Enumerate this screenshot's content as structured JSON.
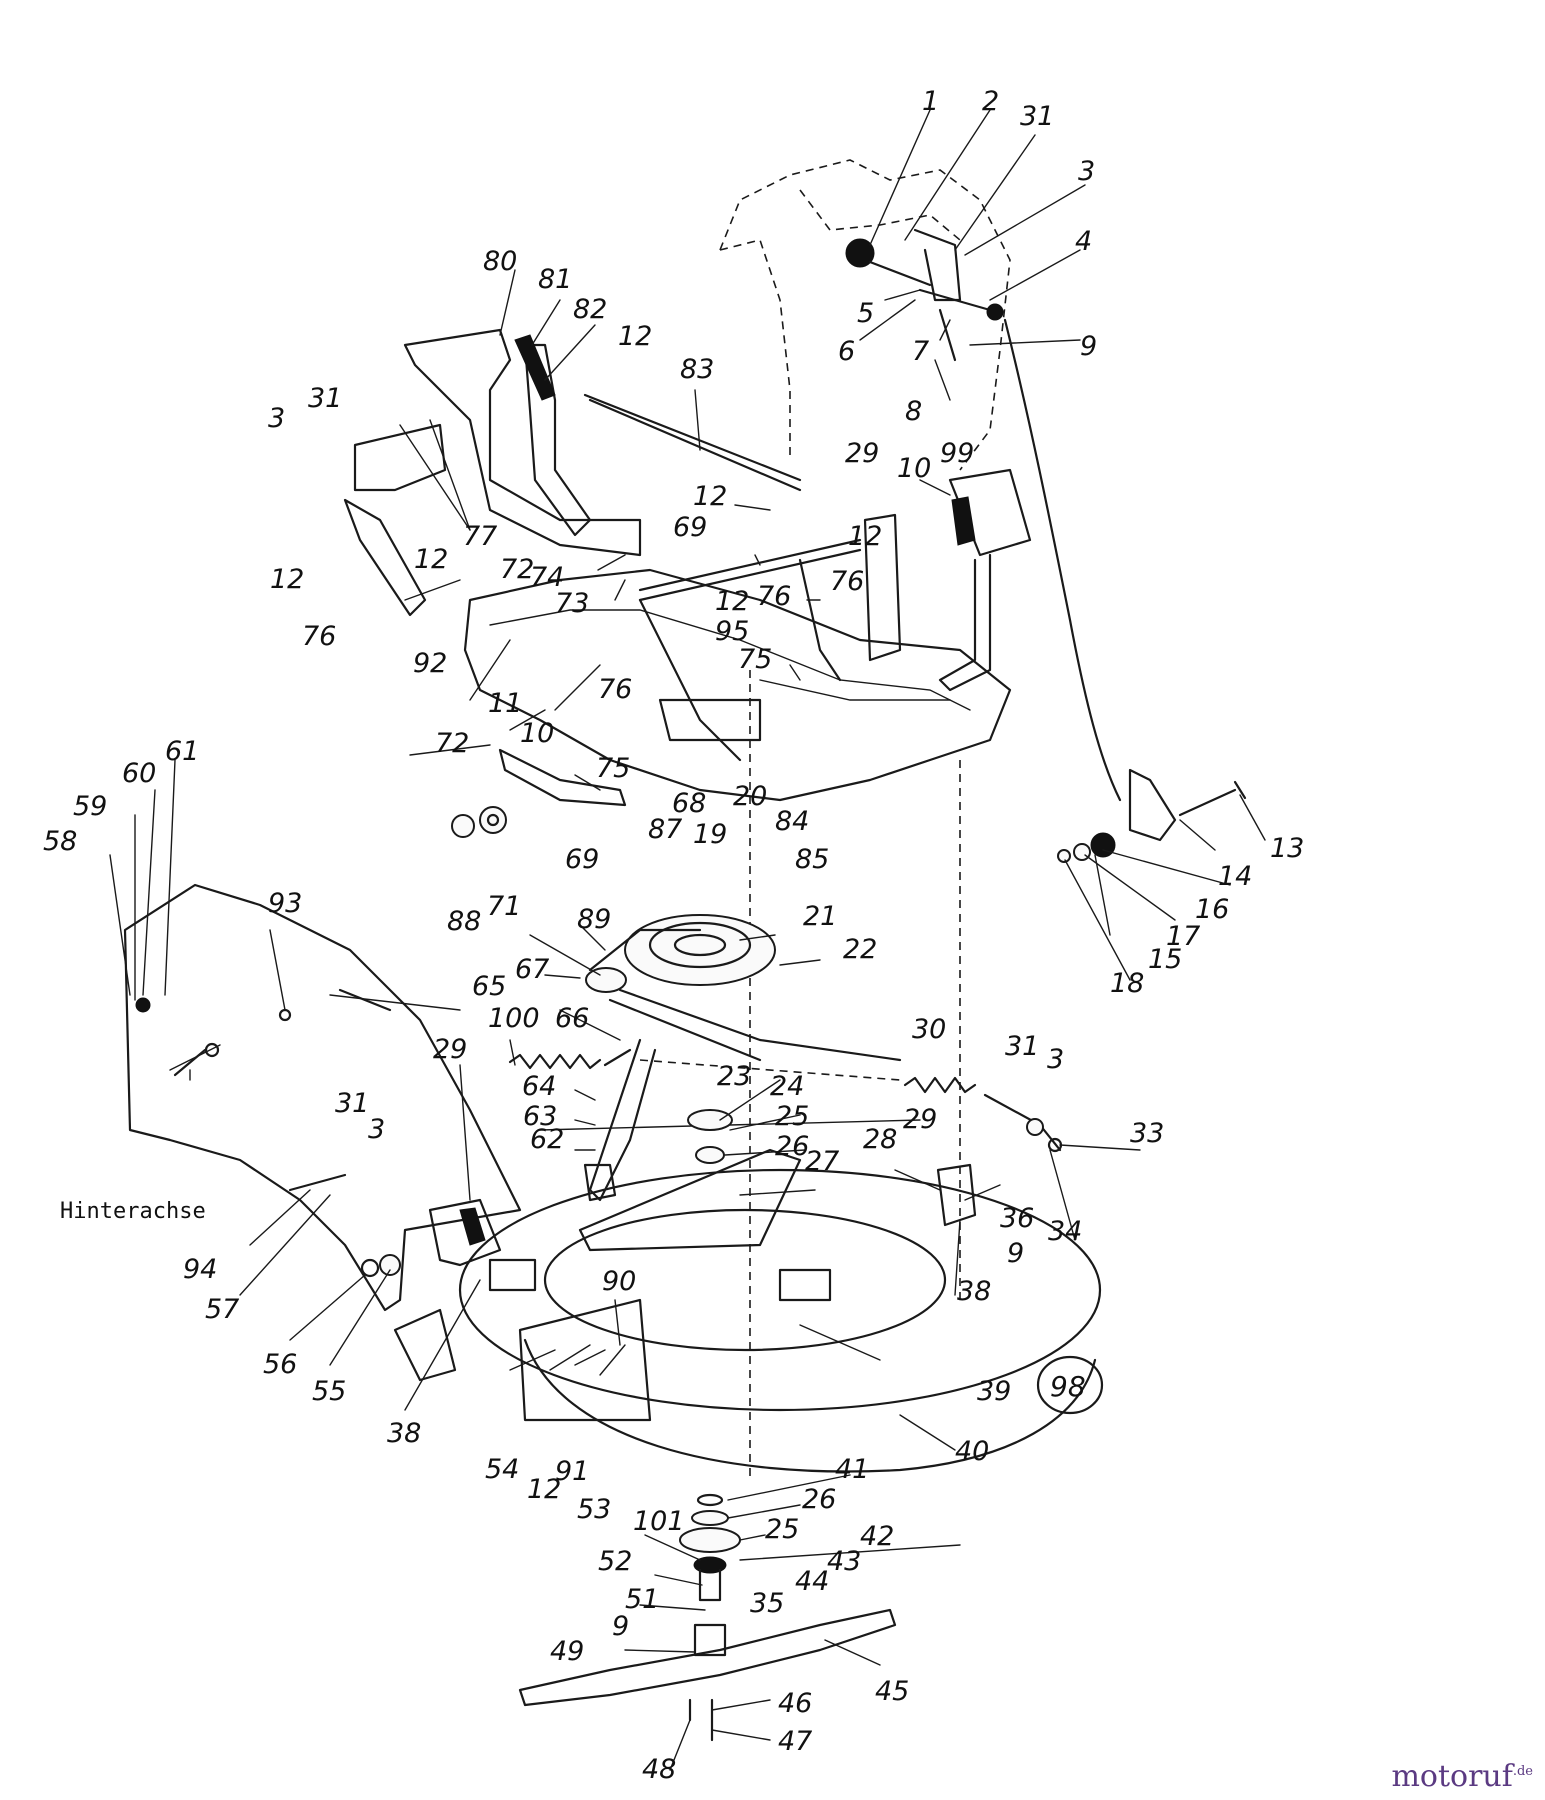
{
  "diagram": {
    "callouts": [
      "1",
      "2",
      "31",
      "3",
      "4",
      "5",
      "6",
      "7",
      "9",
      "8",
      "80",
      "81",
      "82",
      "12",
      "83",
      "3",
      "31",
      "77",
      "29",
      "10",
      "99",
      "12",
      "69",
      "12",
      "72",
      "74",
      "12",
      "76",
      "73",
      "12",
      "95",
      "75",
      "76",
      "12",
      "92",
      "76",
      "11",
      "10",
      "72",
      "75",
      "76",
      "68",
      "87",
      "20",
      "19",
      "84",
      "85",
      "69",
      "88",
      "71",
      "61",
      "60",
      "59",
      "58",
      "93",
      "89",
      "21",
      "22",
      "67",
      "65",
      "100",
      "66",
      "13",
      "14",
      "16",
      "17",
      "15",
      "18",
      "30",
      "31",
      "3",
      "33",
      "29",
      "28",
      "36",
      "34",
      "9",
      "38",
      "29",
      "31",
      "3",
      "64",
      "63",
      "23",
      "24",
      "62",
      "25",
      "26",
      "27",
      "94",
      "57",
      "56",
      "55",
      "38",
      "90",
      "54",
      "12",
      "91",
      "53",
      "39",
      "40",
      "41",
      "26",
      "101",
      "25",
      "42",
      "52",
      "43",
      "44",
      "35",
      "51",
      "9",
      "49",
      "45",
      "48",
      "46",
      "47"
    ],
    "caption": "Hinterachse",
    "badge": "98"
  },
  "logo": {
    "main": "motoruf",
    "suffix": ".de"
  }
}
